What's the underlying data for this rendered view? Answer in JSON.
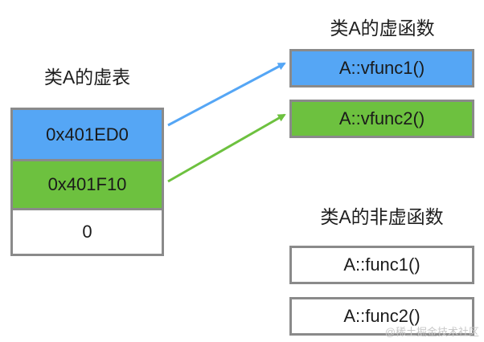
{
  "colors": {
    "blue": "#55a6f5",
    "green": "#6dc13f",
    "border": "#8a8a8a",
    "white": "#ffffff"
  },
  "vtable": {
    "title": "类A的虚表",
    "rows": [
      {
        "label": "0x401ED0",
        "color": "blue"
      },
      {
        "label": "0x401F10",
        "color": "green"
      },
      {
        "label": "0",
        "color": "white"
      }
    ]
  },
  "virtual_functions": {
    "title": "类A的虚函数",
    "items": [
      {
        "label": "A::vfunc1()",
        "color": "blue"
      },
      {
        "label": "A::vfunc2()",
        "color": "green"
      }
    ]
  },
  "non_virtual_functions": {
    "title": "类A的非虚函数",
    "items": [
      {
        "label": "A::func1()"
      },
      {
        "label": "A::func2()"
      }
    ]
  },
  "arrows": [
    {
      "from": "vtable.rows.0",
      "to": "virtual_functions.items.0",
      "color": "blue"
    },
    {
      "from": "vtable.rows.1",
      "to": "virtual_functions.items.1",
      "color": "green"
    }
  ],
  "watermark": "@稀土掘金技术社区"
}
